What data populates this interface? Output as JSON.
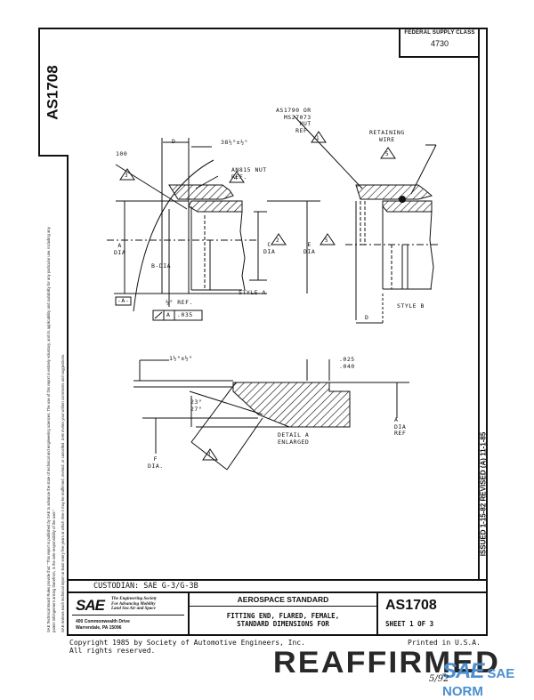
{
  "document": {
    "number": "AS1708",
    "side_tab": "AS1708",
    "federal_supply_class": {
      "label": "FEDERAL SUPPLY CLASS",
      "value": "4730"
    },
    "disclaimer": [
      "SAE Technical Board Rules provide that: \"This report is published by SAE to advance the state of technical and engineering sciences. The use of this report is entirely voluntary, and its applicability and suitability for any particular use, including any patent infringement arising therefrom, is the sole responsibility of the user.\"",
      "SAE reviews each technical report at least every five years at which time it may be reaffirmed, revised, or cancelled. SAE invites your written comments and suggestions."
    ],
    "revision_strip": "ISSUED 1-15-82   REVISED (A) 11-1-85"
  },
  "drawing": {
    "callouts": {
      "nut_ref_top": [
        "AS1790 OR",
        "MS27073",
        "NUT",
        "REF."
      ],
      "nut_ref_top_note": "1",
      "retaining_wire": [
        "RETAINING",
        "WIRE"
      ],
      "retaining_wire_note": "5",
      "an815": [
        "AN815 NUT",
        "REF."
      ],
      "an815_note": "4",
      "finish": "100",
      "finish_note": "3",
      "d_dim": "D",
      "angle": "38½°±½°",
      "a_dia": [
        "A",
        "DIA"
      ],
      "b_dia": "B-DIA",
      "c_dia": [
        "C",
        "DIA"
      ],
      "c_note": "2",
      "e_dia": [
        "E",
        "DIA"
      ],
      "e_note": "5",
      "half_deg_ref": "½° REF.",
      "datum_a": "-A-",
      "tolerance_frame": [
        "A",
        ".035"
      ],
      "style_a": "STYLE A",
      "style_b": "STYLE B",
      "d_dim_b": "D",
      "chamfer": "1½°±½°",
      "detail_dims": [
        ".025",
        ".040"
      ],
      "detail_angles": [
        "23°",
        "27°"
      ],
      "detail_label": [
        "DETAIL A",
        "ENLARGED"
      ],
      "detail_note": "3",
      "f_dia": [
        "F",
        "DIA."
      ],
      "a_dia_ref": [
        "A",
        "DIA",
        "REF"
      ]
    }
  },
  "title_block": {
    "custodian": "CUSTODIAN:   SAE G-3/G-3B",
    "sae": {
      "logo": "SAE",
      "tagline": [
        "The Engineering Society",
        "For Advancing Mobility",
        "Land Sea Air and Space"
      ],
      "address": [
        "400 Commonwealth Drive",
        "Warrendale, PA 15096"
      ]
    },
    "standard_type": "AEROSPACE STANDARD",
    "title": [
      "FITTING END, FLARED, FEMALE,",
      "STANDARD DIMENSIONS FOR"
    ],
    "doc_number": "AS1708",
    "sheet": "SHEET 1 OF 3"
  },
  "footer": {
    "copyright": [
      "Copyright 1985 by Society of Automotive Engineers, Inc.",
      "All rights reserved."
    ],
    "printed": "Printed in U.S.A.",
    "stamp": "REAFFIRMED",
    "watermark_sae": "SAE",
    "watermark_norm": "SAE NORM",
    "signature": "5/92"
  }
}
